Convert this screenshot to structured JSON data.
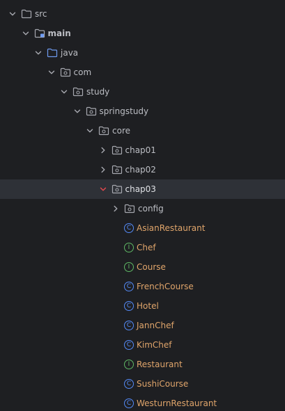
{
  "colors": {
    "background": "#1e1f22",
    "selected_row": "#2e3137",
    "text": "#bcbec4",
    "class_text": "#e0a56b",
    "class_badge": "#548af7",
    "interface_badge": "#5fb865",
    "source_folder": "#6f9bf0",
    "chevron": "#a7a9b0",
    "chevron_selected": "#e5484d"
  },
  "tree": [
    {
      "label": "src",
      "kind": "folder",
      "expanded": true,
      "depth": 0
    },
    {
      "label": "main",
      "kind": "module-folder",
      "expanded": true,
      "depth": 1,
      "bold": true
    },
    {
      "label": "java",
      "kind": "source-folder",
      "expanded": true,
      "depth": 2
    },
    {
      "label": "com",
      "kind": "package",
      "expanded": true,
      "depth": 3
    },
    {
      "label": "study",
      "kind": "package",
      "expanded": true,
      "depth": 4
    },
    {
      "label": "springstudy",
      "kind": "package",
      "expanded": true,
      "depth": 5
    },
    {
      "label": "core",
      "kind": "package",
      "expanded": true,
      "depth": 6
    },
    {
      "label": "chap01",
      "kind": "package",
      "expanded": false,
      "depth": 7
    },
    {
      "label": "chap02",
      "kind": "package",
      "expanded": false,
      "depth": 7
    },
    {
      "label": "chap03",
      "kind": "package",
      "expanded": true,
      "depth": 7,
      "selected": true
    },
    {
      "label": "config",
      "kind": "package",
      "expanded": false,
      "depth": 8
    },
    {
      "label": "AsianRestaurant",
      "kind": "class",
      "badge": "C",
      "depth": 8
    },
    {
      "label": "Chef",
      "kind": "interface",
      "badge": "I",
      "depth": 8
    },
    {
      "label": "Course",
      "kind": "interface",
      "badge": "I",
      "depth": 8
    },
    {
      "label": "FrenchCourse",
      "kind": "class",
      "badge": "C",
      "depth": 8
    },
    {
      "label": "Hotel",
      "kind": "class",
      "badge": "C",
      "depth": 8
    },
    {
      "label": "JannChef",
      "kind": "class",
      "badge": "C",
      "depth": 8
    },
    {
      "label": "KimChef",
      "kind": "class",
      "badge": "C",
      "depth": 8
    },
    {
      "label": "Restaurant",
      "kind": "interface",
      "badge": "I",
      "depth": 8
    },
    {
      "label": "SushiCourse",
      "kind": "class",
      "badge": "C",
      "depth": 8
    },
    {
      "label": "WesturnRestaurant",
      "kind": "class",
      "badge": "C",
      "depth": 8
    }
  ]
}
